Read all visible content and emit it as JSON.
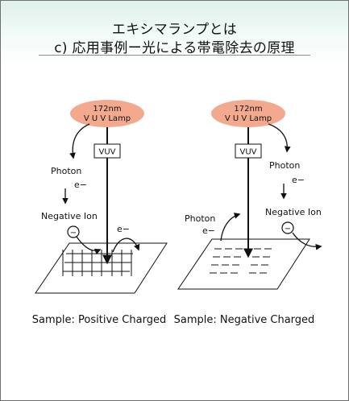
{
  "title": "エキシマランプとは",
  "subtitle": "c) 応用事例ー光による帯電除去の原理",
  "left_panel": {
    "lamp_power": "172nm",
    "lamp_name": "V U V Lamp",
    "vuv_box": "VUV",
    "photon_label": "Photon",
    "electron_label_1": "e−",
    "negative_ion_label": "Negative Ion",
    "ion_sign": "−",
    "electron_label_2": "e−",
    "caption": "Sample: Positive Charged"
  },
  "right_panel": {
    "lamp_power": "172nm",
    "lamp_name": "V U V Lamp",
    "vuv_box": "VUV",
    "photon_label_1": "Photon",
    "electron_label_1": "e−",
    "negative_ion_label": "Negative Ion",
    "ion_sign": "−",
    "photon_label_2": "Photon",
    "electron_label_2": "e−",
    "caption": "Sample: Negative Charged"
  },
  "colors": {
    "lamp_fill": "#f2a98e",
    "header_tint": "#dff1ea",
    "line": "#111111"
  }
}
